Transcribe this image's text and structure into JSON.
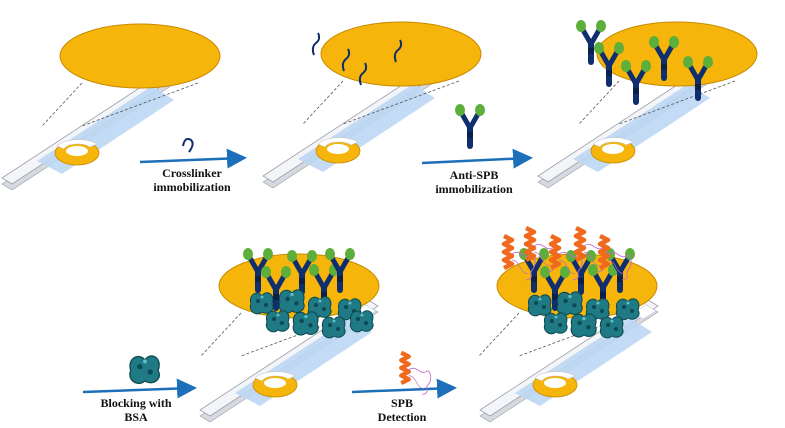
{
  "steps": {
    "crosslinker": {
      "line1": "Crosslinker",
      "line2": "immobilization"
    },
    "anti_spb": {
      "line1": "Anti-SPB",
      "line2": "immobilization"
    },
    "blocking": {
      "line1": "Blocking with",
      "line2": "BSA"
    },
    "spb_detection": {
      "line1": "SPB",
      "line2": "Detection"
    }
  },
  "colors": {
    "gold": "#f5b50a",
    "gold_edge": "#c98b00",
    "strip_top": "#f4f5f8",
    "strip_side": "#d6d9e0",
    "strip_blue": "#bcd7f3",
    "arrow": "#1c6fb8",
    "antibody_blue": "#0f2e6e",
    "antibody_green": "#5dae3a",
    "bsa_teal": "#1f7a85",
    "helix_orange": "#f06a1e",
    "loop_pink": "#c46ac8"
  },
  "icons": [
    "crosslinker-icon",
    "antibody-icon",
    "bsa-protein-icon",
    "spb-protein-icon"
  ]
}
